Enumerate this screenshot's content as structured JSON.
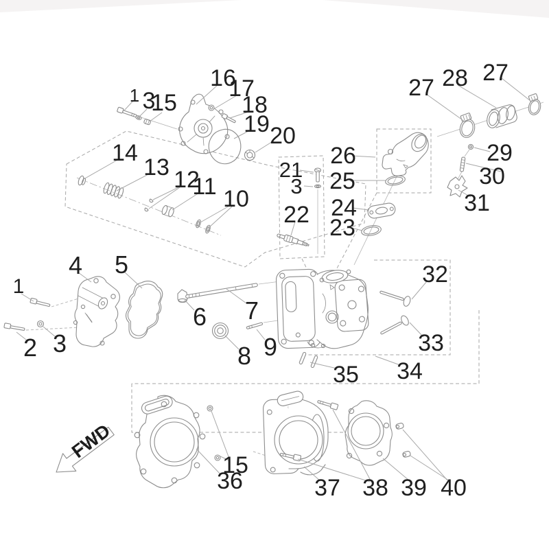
{
  "fwd": "FWD",
  "callouts": {
    "c1a": "1",
    "c3a": "3",
    "c15a": "15",
    "c16": "16",
    "c17": "17",
    "c18": "18",
    "c19": "19",
    "c20": "20",
    "c14": "14",
    "c13": "13",
    "c12": "12",
    "c11": "11",
    "c10": "10",
    "c21": "21",
    "c3b": "3",
    "c22": "22",
    "c26": "26",
    "c25": "25",
    "c24": "24",
    "c23": "23",
    "c27a": "27",
    "c28": "28",
    "c27b": "27",
    "c29": "29",
    "c30": "30",
    "c31": "31",
    "c1b": "1",
    "c2": "2",
    "c3c": "3",
    "c4": "4",
    "c5": "5",
    "c6": "6",
    "c7": "7",
    "c8": "8",
    "c9": "9",
    "c32": "32",
    "c33": "33",
    "c34": "34",
    "c35": "35",
    "c15b": "15",
    "c36": "36",
    "c37": "37",
    "c38": "38",
    "c39": "39",
    "c40": "40"
  },
  "colors": {
    "background": "#ffffff",
    "line_art": "#8c8c8c",
    "dashed_box": "#a6a6a6",
    "leader": "#a8a8a8",
    "label_text": "#1f1f1f",
    "corner_shade": "#f5f3f3"
  }
}
